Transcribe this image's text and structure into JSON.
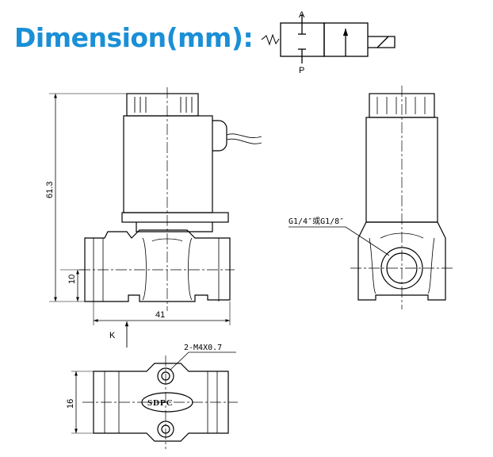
{
  "heading": {
    "title": "Dimension(mm):"
  },
  "symbol": {
    "port_a": "A",
    "port_p": "P"
  },
  "front_view": {
    "height_dim": "61.3",
    "base_dim": "10",
    "width_dim": "41",
    "view_marker": "K"
  },
  "side_view": {
    "port_thread": "G1/4″或G1/8″"
  },
  "bottom_view": {
    "mount_thread": "2-M4X0.7",
    "height_dim": "16",
    "logo": "SDPC"
  }
}
